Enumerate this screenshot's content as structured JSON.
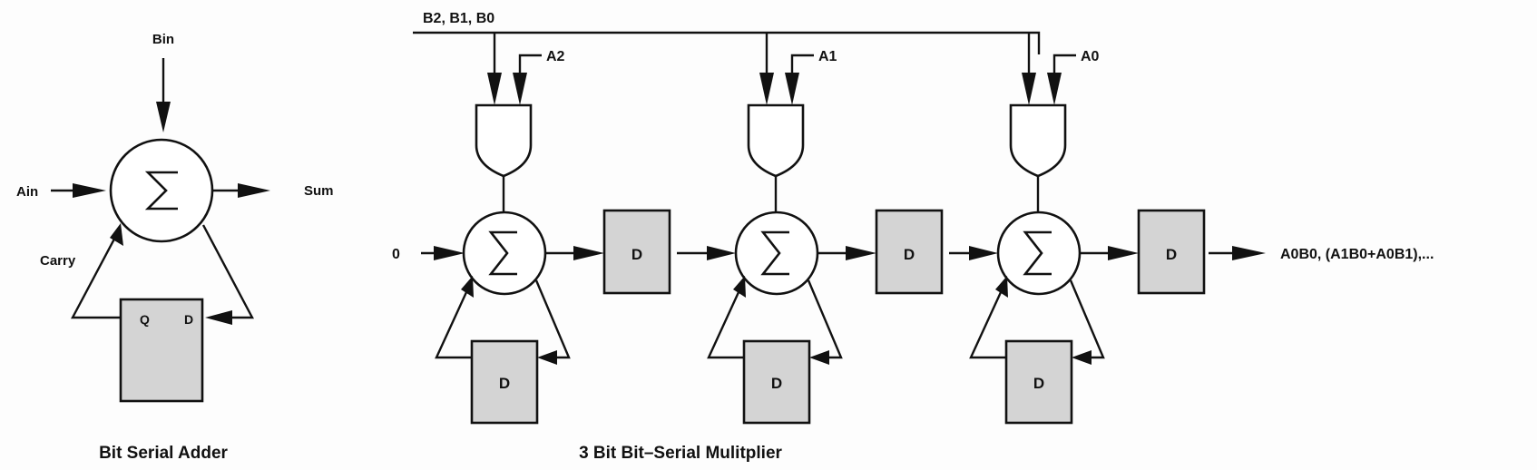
{
  "adder": {
    "title": "Bit Serial Adder",
    "inputs": {
      "top": "Bin",
      "left": "Ain"
    },
    "output": "Sum",
    "feedback_label": "Carry",
    "flipflop": {
      "q_label": "Q",
      "d_label": "D"
    },
    "symbol": "sigma"
  },
  "multiplier": {
    "title": "3 Bit Bit–Serial Mulitplier",
    "bus_label": "B2, B1, B0",
    "initial_input": "0",
    "stages": [
      {
        "a_input": "A2",
        "delay_label": "D",
        "carry_label": "D"
      },
      {
        "a_input": "A1",
        "delay_label": "D",
        "carry_label": "D"
      },
      {
        "a_input": "A0",
        "delay_label": "D",
        "carry_label": "D"
      }
    ],
    "output": "A0B0, (A1B0+A0B1),..."
  }
}
